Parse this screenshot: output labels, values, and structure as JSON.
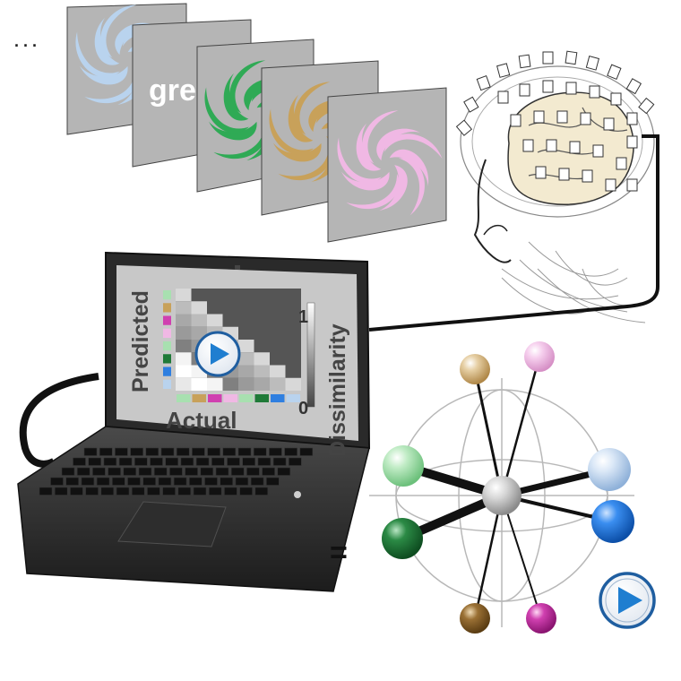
{
  "ellipsis": ". . .",
  "word_stimulus": "gre",
  "screen": {
    "ylabel": "Predicted",
    "xlabel": "Actual",
    "colorbar_label": "Dissimilarity",
    "colorbar_max": "1",
    "colorbar_min": "0"
  },
  "equals_sign": "=",
  "colors": {
    "light_blue": "#b9d3ee",
    "green": "#2faa55",
    "tan": "#c8a15a",
    "pink": "#f0b8e4",
    "light_green": "#a8e0b0",
    "dark_green": "#1f7a38",
    "blue": "#2f7fe0",
    "brown": "#9a7034",
    "magenta": "#d040b0",
    "play_blue": "#1f7ed0"
  },
  "icons": [
    "play-icon",
    "brain-icon",
    "laptop-icon",
    "spiral-icon"
  ]
}
